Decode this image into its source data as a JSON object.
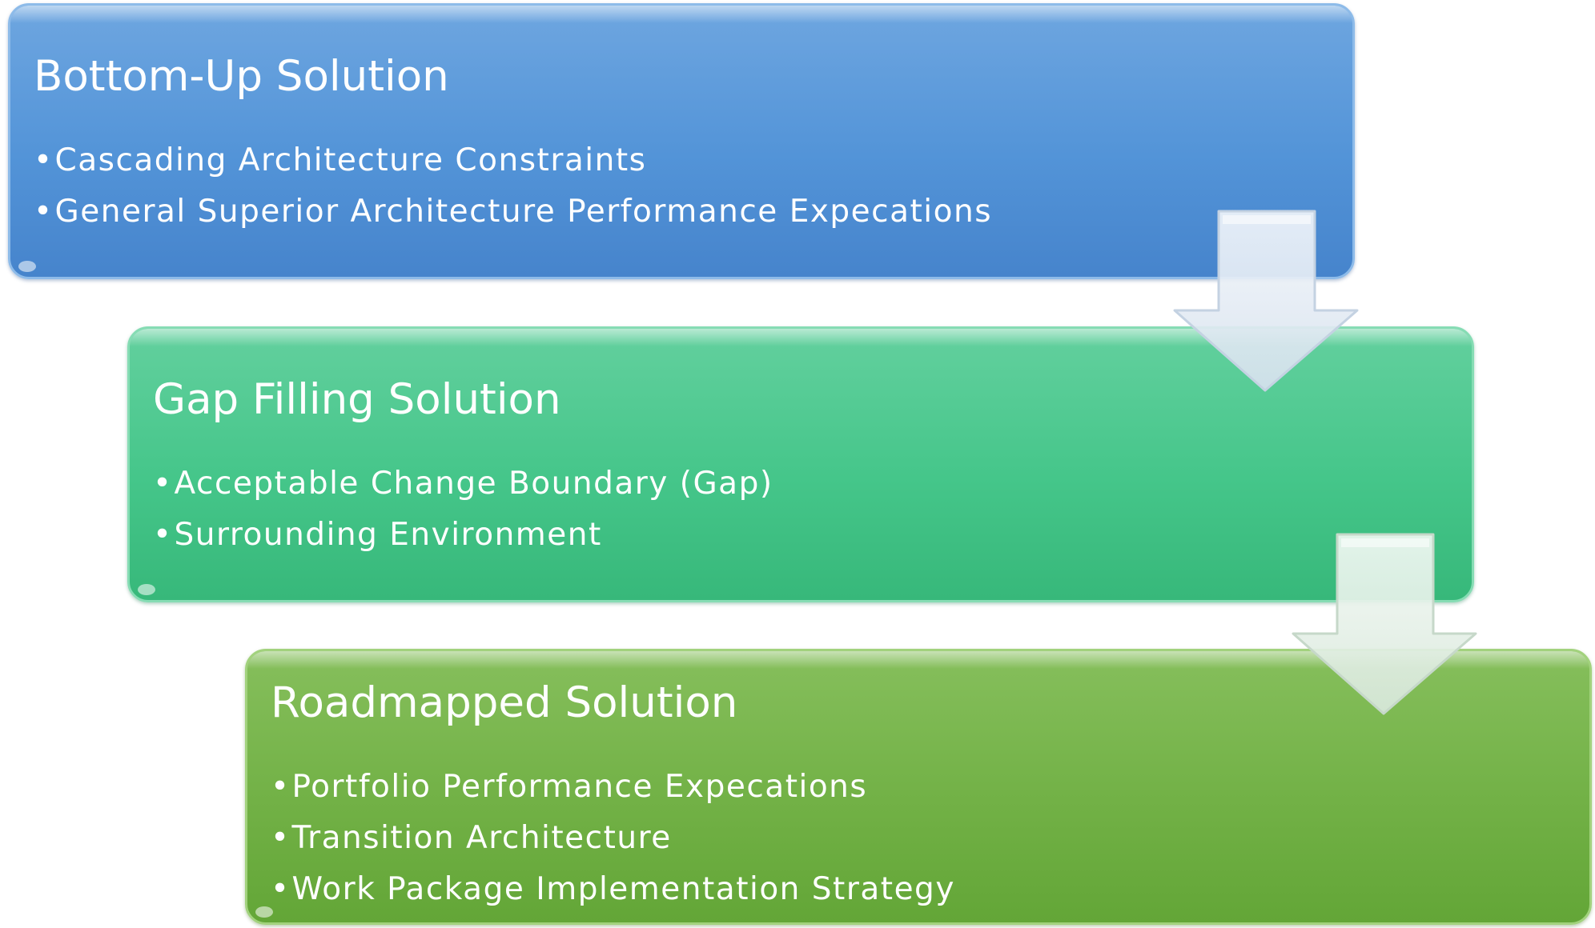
{
  "diagram": {
    "steps": [
      {
        "title": "Bottom-Up Solution",
        "items": [
          "Cascading Architecture Constraints",
          "General Superior Architecture Performance Expecations"
        ]
      },
      {
        "title": "Gap Filling Solution",
        "items": [
          "Acceptable Change Boundary (Gap)",
          "Surrounding Environment"
        ]
      },
      {
        "title": "Roadmapped Solution",
        "items": [
          "Portfolio Performance Expecations",
          "Transition Architecture",
          "Work Package Implementation Strategy"
        ]
      }
    ],
    "bullet": "•",
    "colors": {
      "step1": "#5394d8",
      "step2": "#45c68a",
      "step3": "#72b146",
      "arrow": "#dfe8f2",
      "text": "#ffffff"
    },
    "connector_icon": "down-arrow-icon"
  }
}
